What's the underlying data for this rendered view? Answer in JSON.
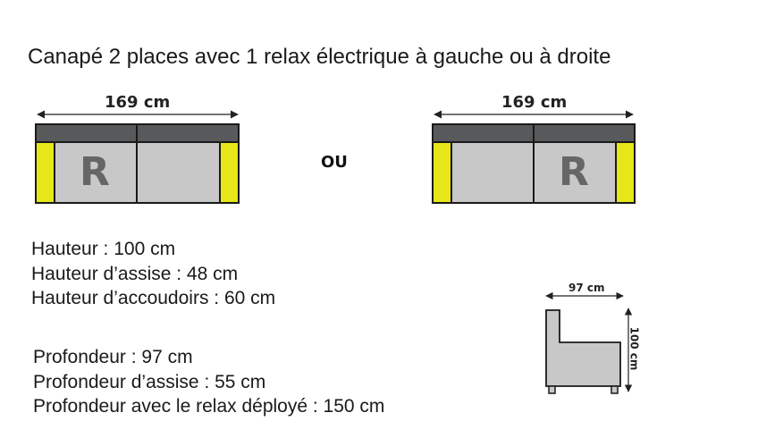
{
  "title": "Canapé 2 places avec 1 relax électrique à gauche ou à droite",
  "top_view_left": {
    "width_label": "169 cm",
    "relax_letter": "R"
  },
  "separator": "OU",
  "top_view_right": {
    "width_label": "169 cm",
    "relax_letter": "R"
  },
  "heights": [
    "Hauteur : 100 cm",
    "Hauteur d’assise : 48 cm",
    "Hauteur d’accoudoirs : 60 cm"
  ],
  "depths": [
    "Profondeur : 97 cm",
    "Profondeur d’assise : 55 cm",
    "Profondeur avec le relax déployé : 150 cm"
  ],
  "side_view": {
    "depth_label": "97 cm",
    "height_label": "100 cm"
  },
  "colors": {
    "frame": "#1a1a1a",
    "back": "#58595b",
    "seat": "#c8c8c8",
    "armrest": "#e6e619",
    "relax_letter": "#666666"
  }
}
